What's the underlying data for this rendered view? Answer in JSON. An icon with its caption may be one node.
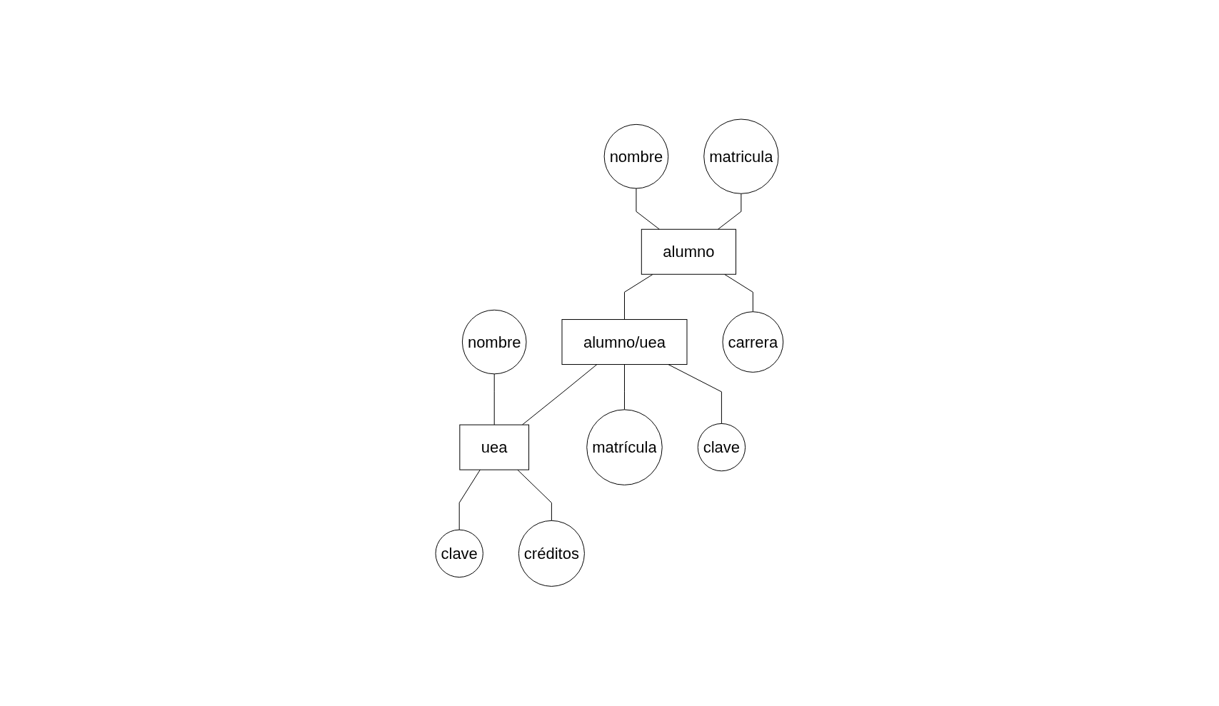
{
  "diagram": {
    "nodes": [
      {
        "text": [
          "nombre"
        ]
      },
      {
        "text": [
          "matricula"
        ]
      },
      {
        "text": [
          "nombre"
        ]
      },
      {
        "text": [
          "alumno/uea"
        ]
      },
      {
        "text": [
          "uea"
        ]
      },
      {
        "text": [
          "clave"
        ]
      },
      {
        "text": [
          "alumno"
        ]
      },
      {
        "text": [
          "créditos"
        ]
      },
      {
        "text": [
          "carrera"
        ]
      },
      {
        "text": [
          "matrícula"
        ]
      },
      {
        "text": [
          "clave"
        ]
      }
    ],
    "edges": [
      {
        "from": 0,
        "to": 6,
        "arrow": "none"
      },
      {
        "from": 1,
        "to": 6,
        "arrow": "none"
      },
      {
        "from": 6,
        "to": 3,
        "arrow": "none"
      },
      {
        "from": 3,
        "to": 4,
        "arrow": "none"
      },
      {
        "from": 2,
        "to": 4,
        "arrow": "none"
      },
      {
        "from": 4,
        "to": 5,
        "arrow": "none"
      },
      {
        "from": 4,
        "to": 7,
        "arrow": "none"
      },
      {
        "from": 6,
        "to": 8,
        "arrow": "none"
      },
      {
        "from": 3,
        "to": 9,
        "arrow": "none"
      },
      {
        "from": 3,
        "to": 10,
        "arrow": "none"
      }
    ]
  }
}
